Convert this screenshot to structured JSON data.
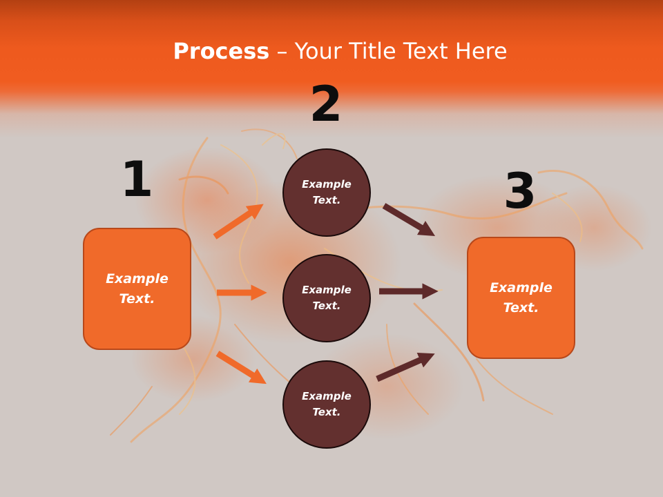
{
  "slide": {
    "title_bold": "Process",
    "title_rest": " – Your Title Text Here"
  },
  "steps": {
    "one": {
      "number": "1",
      "text": "Example\nText."
    },
    "two": {
      "number": "2"
    },
    "three": {
      "number": "3",
      "text": "Example\nText."
    }
  },
  "circles": [
    {
      "text": "Example\nText."
    },
    {
      "text": "Example\nText."
    },
    {
      "text": "Example\nText."
    }
  ],
  "colors": {
    "header": "#f05c20",
    "box_fill": "#f06a2a",
    "circle_fill": "#63302f",
    "orange_arrow": "#f06a2a",
    "dark_arrow": "#5e2a2a"
  }
}
